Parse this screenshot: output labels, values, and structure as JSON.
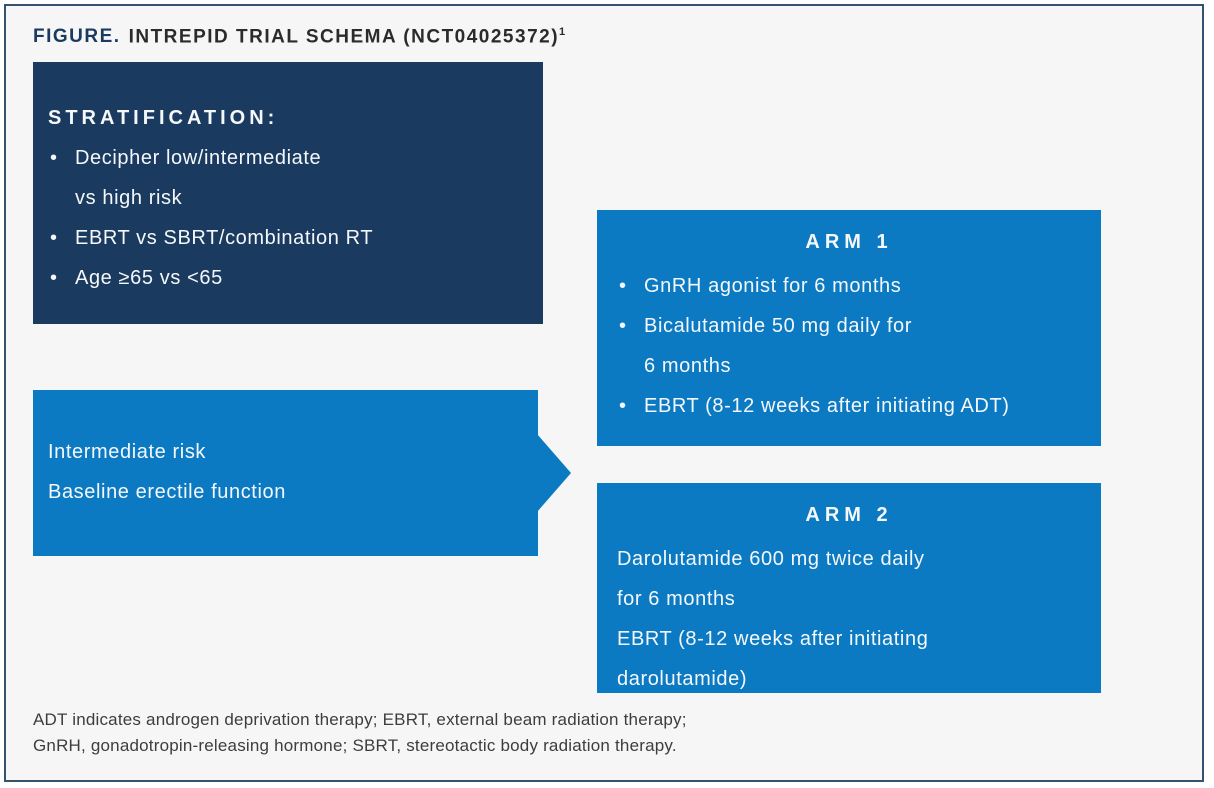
{
  "colors": {
    "panel_border": "#35536f",
    "panel_bg": "#f6f6f7",
    "navy": "#1b3a5f",
    "blue": "#0b7ac2",
    "box_text": "#f5f8fa",
    "title_accent": "#1b3a5f",
    "title_text": "#2b2b2b",
    "footnote_text": "#3d3d3d"
  },
  "header": {
    "label": "FIGURE.",
    "title": "INTREPID TRIAL SCHEMA (NCT04025372)",
    "superscript": "1"
  },
  "stratification": {
    "heading": "STRATIFICATION:",
    "items": [
      "Decipher low/intermediate\nvs high risk",
      "EBRT vs SBRT/combination RT",
      "Age ≥65 vs <65"
    ]
  },
  "cohort": {
    "lines": "Intermediate risk\nBaseline erectile function"
  },
  "arm1": {
    "heading": "ARM 1",
    "items": [
      "GnRH agonist for 6 months",
      "Bicalutamide 50 mg daily for\n6 months",
      "EBRT (8-12 weeks after initiating ADT)"
    ]
  },
  "arm2": {
    "heading": "ARM 2",
    "body": "Darolutamide 600 mg twice daily\nfor 6 months\nEBRT (8-12 weeks after initiating\ndarolutamide)"
  },
  "footnote": "ADT indicates androgen deprivation therapy; EBRT, external beam radiation therapy;\nGnRH, gonadotropin-releasing hormone; SBRT, stereotactic body radiation therapy."
}
